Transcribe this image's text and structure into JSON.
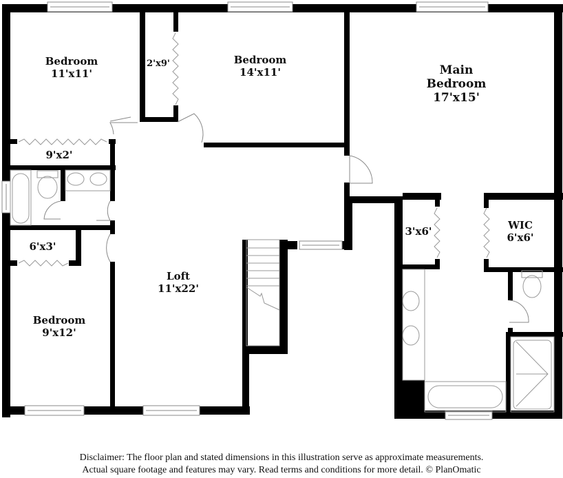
{
  "floorplan": {
    "rooms": [
      {
        "name": "Bedroom",
        "dims": "11'x11'"
      },
      {
        "name": "Bedroom",
        "dims": "14'x11'"
      },
      {
        "name": "Main",
        "name2": "Bedroom",
        "dims": "17'x15'"
      },
      {
        "name": "Loft",
        "dims": "11'x22'"
      },
      {
        "name": "Bedroom",
        "dims": "9'x12'"
      },
      {
        "name": "WIC",
        "dims": "6'x6'"
      }
    ],
    "closets": [
      {
        "dims": "2'x9'"
      },
      {
        "dims": "9'x2'"
      },
      {
        "dims": "6'x3'"
      },
      {
        "dims": "3'x6'"
      }
    ],
    "wall_color": "#000000",
    "fixture_color": "#9a9a9a"
  },
  "disclaimer": {
    "line1": "Disclaimer: The floor plan and stated dimensions in this illustration serve as approximate measurements.",
    "line2": "Actual square footage and features may vary. Read terms and conditions for more detail. © PlanOmatic"
  }
}
